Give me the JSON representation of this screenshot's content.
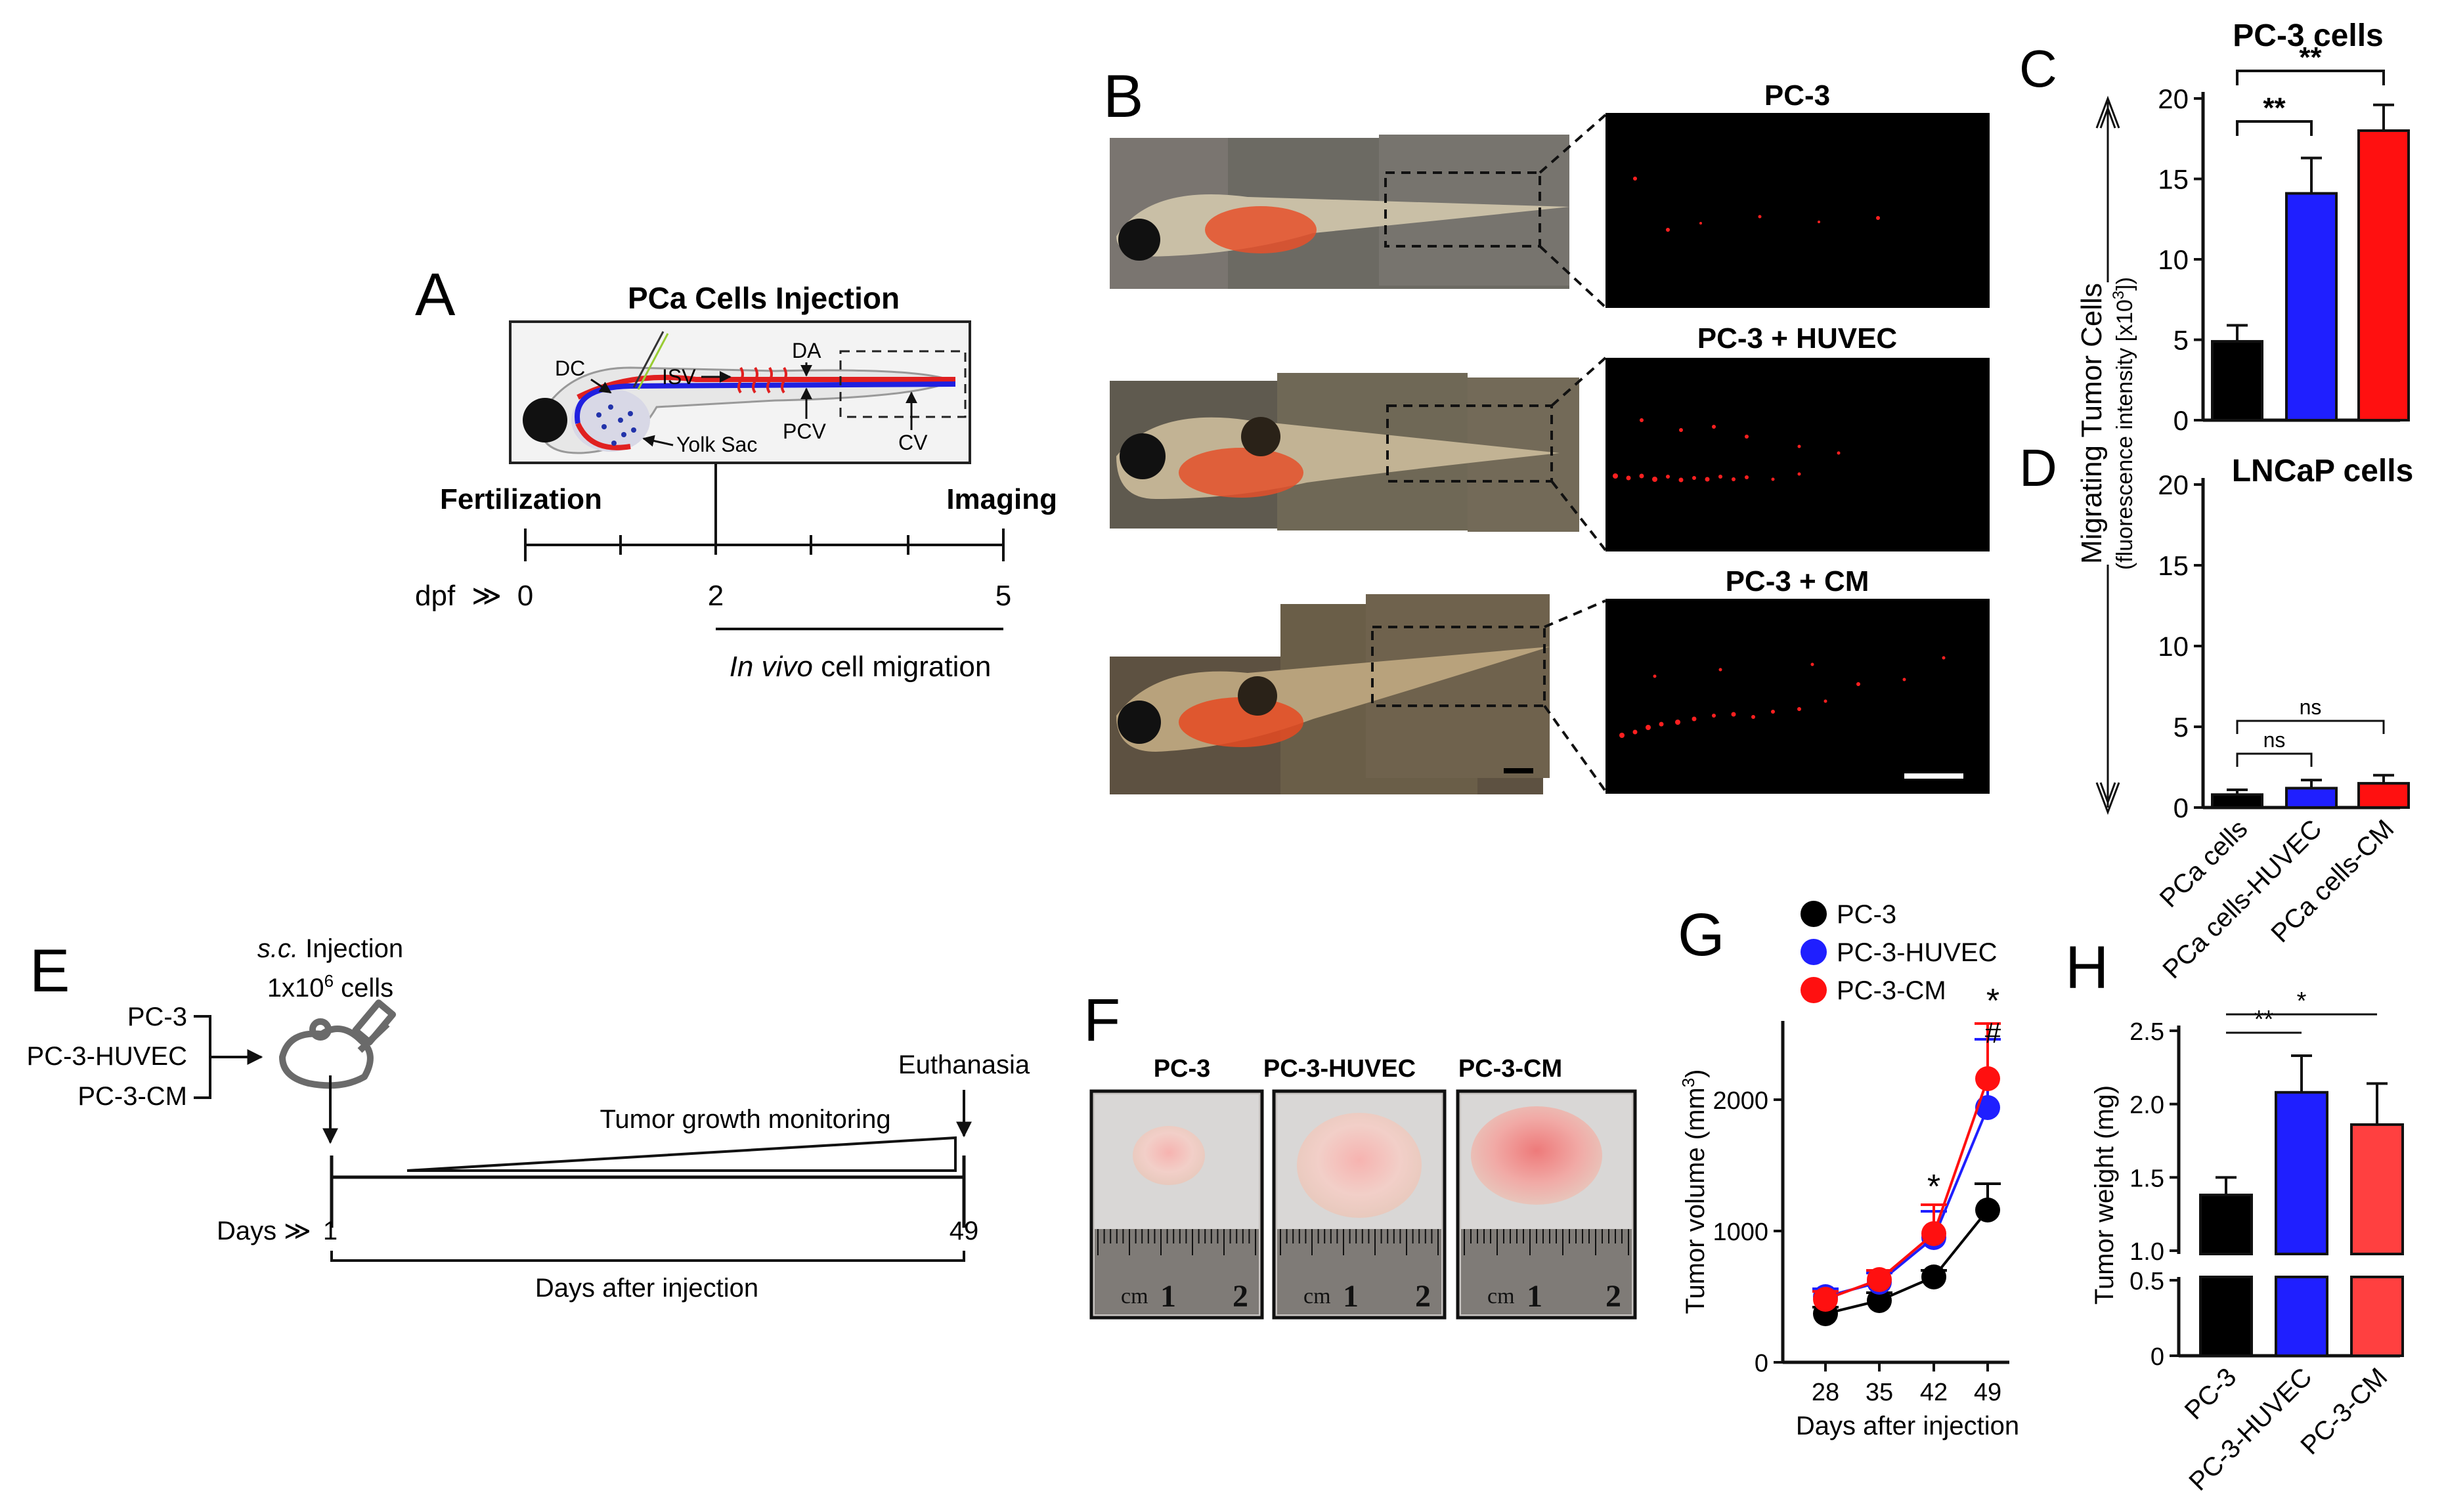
{
  "colors": {
    "pc3": "#000000",
    "huvec": "#1f1fff",
    "cm": "#ff1010",
    "axis": "#111111",
    "zebrafish_bg": "#7a6a55",
    "fluor_bg": "#000000"
  },
  "panel_letters": {
    "A": "A",
    "B": "B",
    "C": "C",
    "D": "D",
    "E": "E",
    "F": "F",
    "G": "G",
    "H": "H"
  },
  "panel_a": {
    "title": "PCa Cells Injection",
    "labels": {
      "dc": "DC",
      "isv": "ISV",
      "da": "DA",
      "pcv": "PCV",
      "cv": "CV",
      "yolk_sac": "Yolk Sac"
    },
    "fertilization": "Fertilization",
    "imaging": "Imaging",
    "dpf": "dpf",
    "ticks": [
      "0",
      "2",
      "5"
    ],
    "migration_italic": "In vivo",
    "migration_rest": " cell migration"
  },
  "panel_b": {
    "titles": [
      "PC-3",
      "PC-3 + HUVEC",
      "PC-3 + CM"
    ]
  },
  "shared_ylabel_1": "Migrating Tumor Cells",
  "shared_ylabel_2": "(fluorescence intensity [x10",
  "shared_ylabel_sup": "3",
  "shared_ylabel_3": "])",
  "chart_data": [
    {
      "panel": "C",
      "type": "bar",
      "title": "PC-3 cells",
      "categories": [
        "PCa cells",
        "PCa cells-HUVEC",
        "PCa cells-CM"
      ],
      "values": [
        4.9,
        14.1,
        18.0
      ],
      "errors": [
        1.0,
        2.2,
        1.6
      ],
      "ylim": [
        0,
        20
      ],
      "yticks": [
        "0",
        "5",
        "10",
        "15",
        "20"
      ],
      "colors": [
        "#000000",
        "#1f1fff",
        "#ff1010"
      ],
      "significance": [
        "**",
        "**"
      ]
    },
    {
      "panel": "D",
      "type": "bar",
      "title": "LNCaP cells",
      "categories": [
        "PCa cells",
        "PCa cells-HUVEC",
        "PCa cells-CM"
      ],
      "values": [
        0.8,
        1.2,
        1.5
      ],
      "errors": [
        0.3,
        0.5,
        0.5
      ],
      "ylim": [
        0,
        20
      ],
      "yticks": [
        "0",
        "5",
        "10",
        "15",
        "20"
      ],
      "colors": [
        "#000000",
        "#1f1fff",
        "#ff1010"
      ],
      "significance": [
        "ns",
        "ns"
      ]
    },
    {
      "panel": "G",
      "type": "line",
      "x": [
        "28",
        "35",
        "42",
        "49"
      ],
      "xlabel": "Days after injection",
      "ylabel_main": "Tumor volume (mm",
      "ylabel_sup": "3",
      "ylabel_end": ")",
      "ylim": [
        0,
        2600
      ],
      "yticks": [
        "0",
        "1000",
        "2000"
      ],
      "series": [
        {
          "name": "PC-3",
          "values": [
            370,
            470,
            650,
            1160
          ],
          "errors": [
            50,
            60,
            50,
            200
          ],
          "color": "#000000"
        },
        {
          "name": "PC-3-HUVEC",
          "values": [
            500,
            610,
            950,
            1940
          ],
          "errors": [
            60,
            70,
            200,
            520
          ],
          "color": "#1f1fff"
        },
        {
          "name": "PC-3-CM",
          "values": [
            480,
            630,
            980,
            2160
          ],
          "errors": [
            60,
            70,
            220,
            420
          ],
          "color": "#ff1010"
        }
      ],
      "annotations": [
        "*",
        "*",
        "#"
      ]
    },
    {
      "panel": "H",
      "type": "bar",
      "ylabel": "Tumor weight (mg)",
      "categories": [
        "PC-3",
        "PC-3-HUVEC",
        "PC-3-CM"
      ],
      "values": [
        1.38,
        2.08,
        1.86
      ],
      "errors": [
        0.12,
        0.25,
        0.28
      ],
      "yticks_upper": [
        "1.0",
        "1.5",
        "2.0",
        "2.5"
      ],
      "yticks_lower": [
        "0",
        "0.5"
      ],
      "colors": [
        "#000000",
        "#1f1fff",
        "#ff4040"
      ],
      "significance": [
        "**",
        "*"
      ]
    }
  ],
  "panel_e": {
    "inj_italic": "s.c.",
    "inj_rest": " Injection",
    "cells_main": "1x10",
    "cells_sup": "6",
    "cells_end": " cells",
    "groups": [
      "PC-3",
      "PC-3-HUVEC",
      "PC-3-CM"
    ],
    "euthanasia": "Euthanasia",
    "monitoring": "Tumor growth monitoring",
    "days": "Days",
    "day_start": "1",
    "day_end": "49",
    "days_after": "Days after injection"
  },
  "panel_f": {
    "titles": [
      "PC-3",
      "PC-3-HUVEC",
      "PC-3-CM"
    ],
    "ruler_unit": "cm",
    "ruler_marks": [
      "1",
      "2"
    ]
  }
}
